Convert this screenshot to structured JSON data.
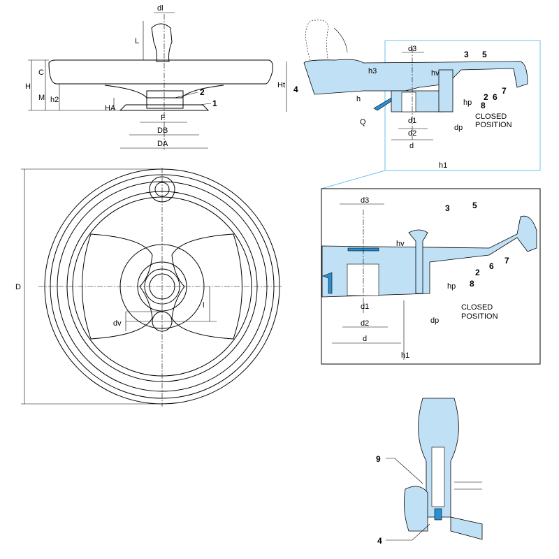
{
  "side_view": {
    "labels": {
      "dl": "dl",
      "L": "L",
      "C": "C",
      "H": "H",
      "M": "M",
      "h2": "h2",
      "HA": "HA",
      "F": "F",
      "DB": "DB",
      "DA": "DA",
      "p2": "2",
      "p1": "1"
    }
  },
  "front_view": {
    "labels": {
      "D": "D",
      "l": "l",
      "dv": "dv"
    }
  },
  "section_view": {
    "labels": {
      "d3": "d3",
      "p3": "3",
      "p5": "5",
      "hv": "hv",
      "h3": "h3",
      "Ht": "Ht",
      "p4": "4",
      "h": "h",
      "Q": "Q",
      "d1": "d1",
      "d2": "d2",
      "d": "d",
      "p2": "2",
      "p6": "6",
      "p7": "7",
      "hp": "hp",
      "p8": "8",
      "dp": "dp",
      "closed1": "CLOSED",
      "closed2": "POSITION",
      "h1": "h1"
    }
  },
  "detail_view": {
    "labels": {
      "d3": "d3",
      "p3": "3",
      "p5": "5",
      "hv": "hv",
      "p7": "7",
      "p6": "6",
      "p2": "2",
      "p8": "8",
      "hp": "hp",
      "closed1": "CLOSED",
      "closed2": "POSITION",
      "d1": "d1",
      "d2": "d2",
      "d": "d",
      "dp": "dp",
      "h1": "h1"
    }
  },
  "handle_view": {
    "labels": {
      "p9": "9",
      "p4": "4"
    }
  },
  "colors": {
    "part_fill": "#bfe0f5",
    "accent": "#2a8fd0",
    "frame": "#6ec1ec"
  }
}
